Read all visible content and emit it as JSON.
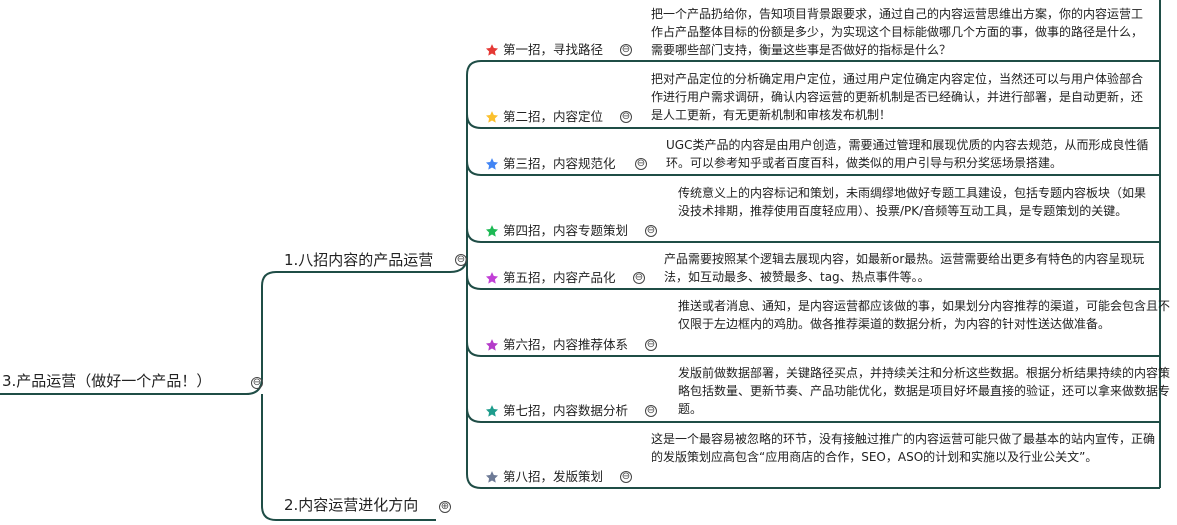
{
  "root": {
    "label": "3.产品运营（做好一个产品！）"
  },
  "branches": [
    {
      "label": "1.八招内容的产品运营",
      "collapse_icon": "⊖"
    },
    {
      "label": "2.内容运营进化方向",
      "collapse_icon": "⊕"
    }
  ],
  "steps": [
    {
      "label": "第一招，寻找路径",
      "star_color": "#e53935",
      "note": "把一个产品扔给你，告知项目背景跟要求，通过自己的内容运营思维出方案，你的内容运营工作占产品整体目标的份额是多少，为实现这个目标能做哪几个方面的事，做事的路径是什么，需要哪些部门支持，衡量这些事是否做好的指标是什么？"
    },
    {
      "label": "第二招，内容定位",
      "star_color": "#fbc02d",
      "note": "把对产品定位的分析确定用户定位，通过用户定位确定内容定位，当然还可以与用户体验部合作进行用户需求调研，确认内容运营的更新机制是否已经确认，并进行部署，是自动更新，还是人工更新，有无更新机制和审核发布机制！"
    },
    {
      "label": "第三招，内容规范化",
      "star_color": "#4285f4",
      "note": "UGC类产品的内容是由用户创造，需要通过管理和展现优质的内容去规范，从而形成良性循环。可以参考知乎或者百度百科，做类似的用户引导与积分奖惩场景搭建。"
    },
    {
      "label": "第四招，内容专题策划",
      "star_color": "#1db954",
      "note": "传统意义上的内容标记和策划，未雨绸缪地做好专题工具建设，包括专题内容板块（如果没技术排期，推荐使用百度轻应用）、投票/PK/音频等互动工具，是专题策划的关键。"
    },
    {
      "label": "第五招，内容产品化",
      "star_color": "#c13fd6",
      "note": "产品需要按照某个逻辑去展现内容，如最新or最热。运营需要给出更多有特色的内容呈现玩法，如互动最多、被赞最多、tag、热点事件等。。"
    },
    {
      "label": "第六招，内容推荐体系",
      "star_color": "#b43cc9",
      "note": "推送或者消息、通知，是内容运营都应该做的事，如果划分内容推荐的渠道，可能会包含且不仅限于左边框内的鸡肋。做各推荐渠道的数据分析，为内容的针对性送达做准备。"
    },
    {
      "label": "第七招，内容数据分析",
      "star_color": "#1e9c8c",
      "note": "发版前做数据部署，关键路径买点，并持续关注和分析这些数据。根据分析结果持续的内容策略包括数量、更新节奏、产品功能优化，数据是项目好坏最直接的验证，还可以拿来做数据专题。"
    },
    {
      "label": "第八招，发版策划",
      "star_color": "#6d7a96",
      "note": "这是一个最容易被忽略的环节，没有接触过推广的内容运营可能只做了最基本的站内宣传，正确的发版策划应高包含“应用商店的合作，SEO，ASO的计划和实施以及行业公关文”。"
    }
  ],
  "step_collapse_icon": "⊖",
  "line_color": "#1f4d46"
}
